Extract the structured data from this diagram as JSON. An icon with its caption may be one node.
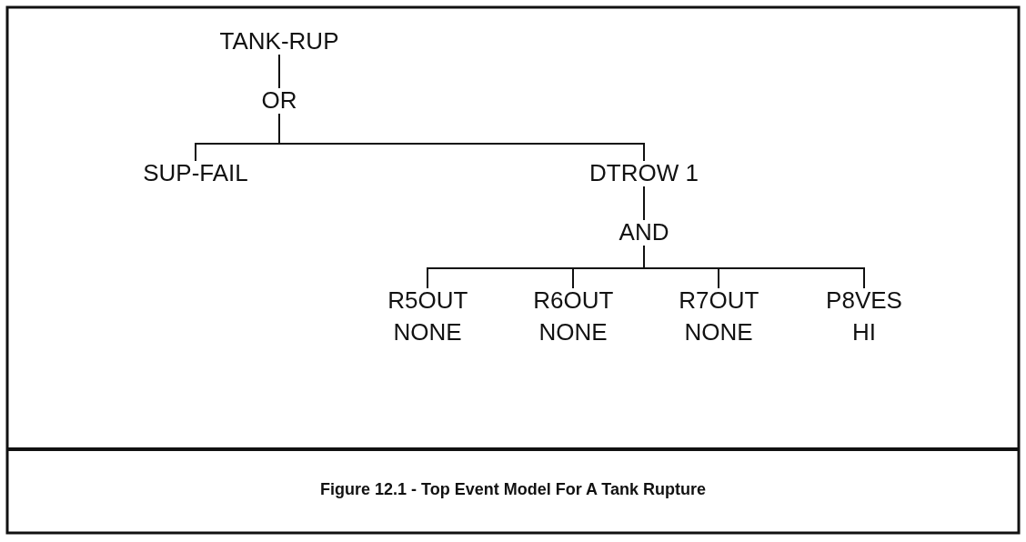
{
  "diagram": {
    "caption": "Figure 12.1 - Top Event Model For A Tank Rupture",
    "nodes": [
      {
        "text": [
          "TANK-RUP"
        ]
      },
      {
        "text": [
          "OR"
        ]
      },
      {
        "text": [
          "SUP-FAIL"
        ]
      },
      {
        "text": [
          "DTROW 1"
        ]
      },
      {
        "text": [
          "AND"
        ]
      },
      {
        "text": [
          "R5OUT NONE"
        ]
      },
      {
        "text": [
          "R6OUT NONE"
        ]
      },
      {
        "text": [
          "R7OUT NONE"
        ]
      },
      {
        "text": [
          "P8VES HI"
        ]
      }
    ],
    "edges": [
      {
        "from": 0,
        "to": 1,
        "arrow": "none"
      },
      {
        "from": 1,
        "to": 2,
        "arrow": "none"
      },
      {
        "from": 1,
        "to": 3,
        "arrow": "none"
      },
      {
        "from": 3,
        "to": 4,
        "arrow": "none"
      },
      {
        "from": 4,
        "to": 5,
        "arrow": "none"
      },
      {
        "from": 4,
        "to": 6,
        "arrow": "none"
      },
      {
        "from": 4,
        "to": 7,
        "arrow": "none"
      },
      {
        "from": 4,
        "to": 8,
        "arrow": "none"
      }
    ]
  }
}
